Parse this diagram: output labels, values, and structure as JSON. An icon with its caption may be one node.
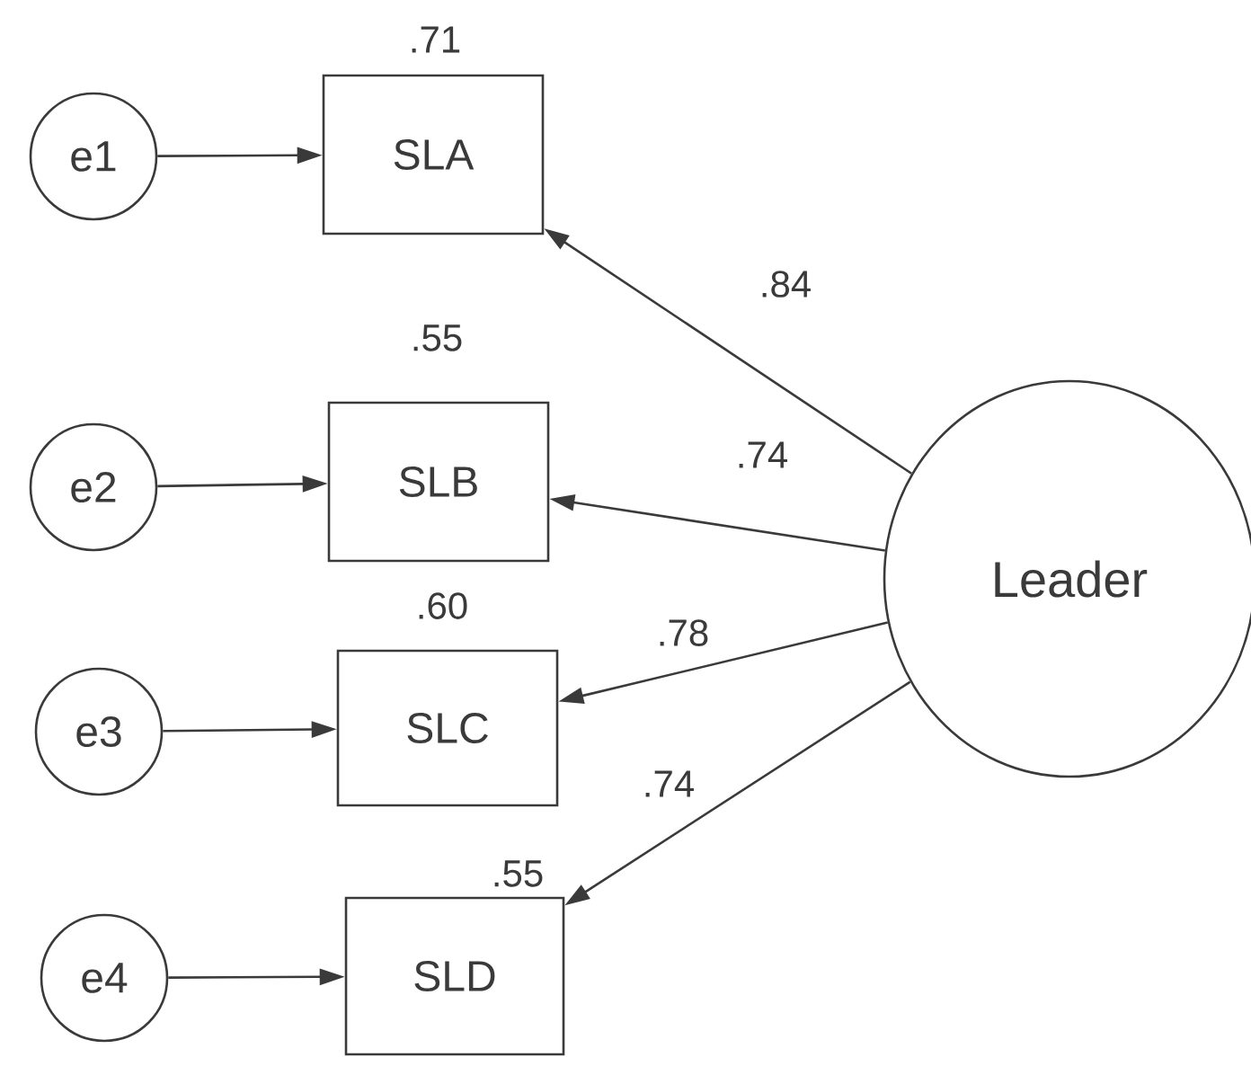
{
  "diagram": {
    "nodes": [
      {
        "text": [
          "e1"
        ]
      },
      {
        "text": [
          "e2"
        ]
      },
      {
        "text": [
          "e3"
        ]
      },
      {
        "text": [
          "e4"
        ]
      },
      {
        "text": [
          "SLA"
        ],
        "beside": [
          ".71"
        ]
      },
      {
        "text": [
          "SLB"
        ],
        "beside": [
          ".55"
        ]
      },
      {
        "text": [
          "SLC"
        ],
        "beside": [
          ".60"
        ]
      },
      {
        "text": [
          "SLD"
        ],
        "beside": [
          ".55"
        ]
      },
      {
        "text": [
          "Leader"
        ]
      }
    ],
    "edges": [
      {
        "from": 0,
        "to": 4,
        "arrow": "to"
      },
      {
        "from": 1,
        "to": 5,
        "arrow": "to"
      },
      {
        "from": 2,
        "to": 6,
        "arrow": "to"
      },
      {
        "from": 3,
        "to": 7,
        "arrow": "to"
      },
      {
        "from": 8,
        "to": 4,
        "arrow": "to",
        "label": ".84"
      },
      {
        "from": 8,
        "to": 5,
        "arrow": "to",
        "label": ".74"
      },
      {
        "from": 8,
        "to": 6,
        "arrow": "to",
        "label": ".78"
      },
      {
        "from": 8,
        "to": 7,
        "arrow": "to",
        "label": ".74"
      }
    ]
  }
}
